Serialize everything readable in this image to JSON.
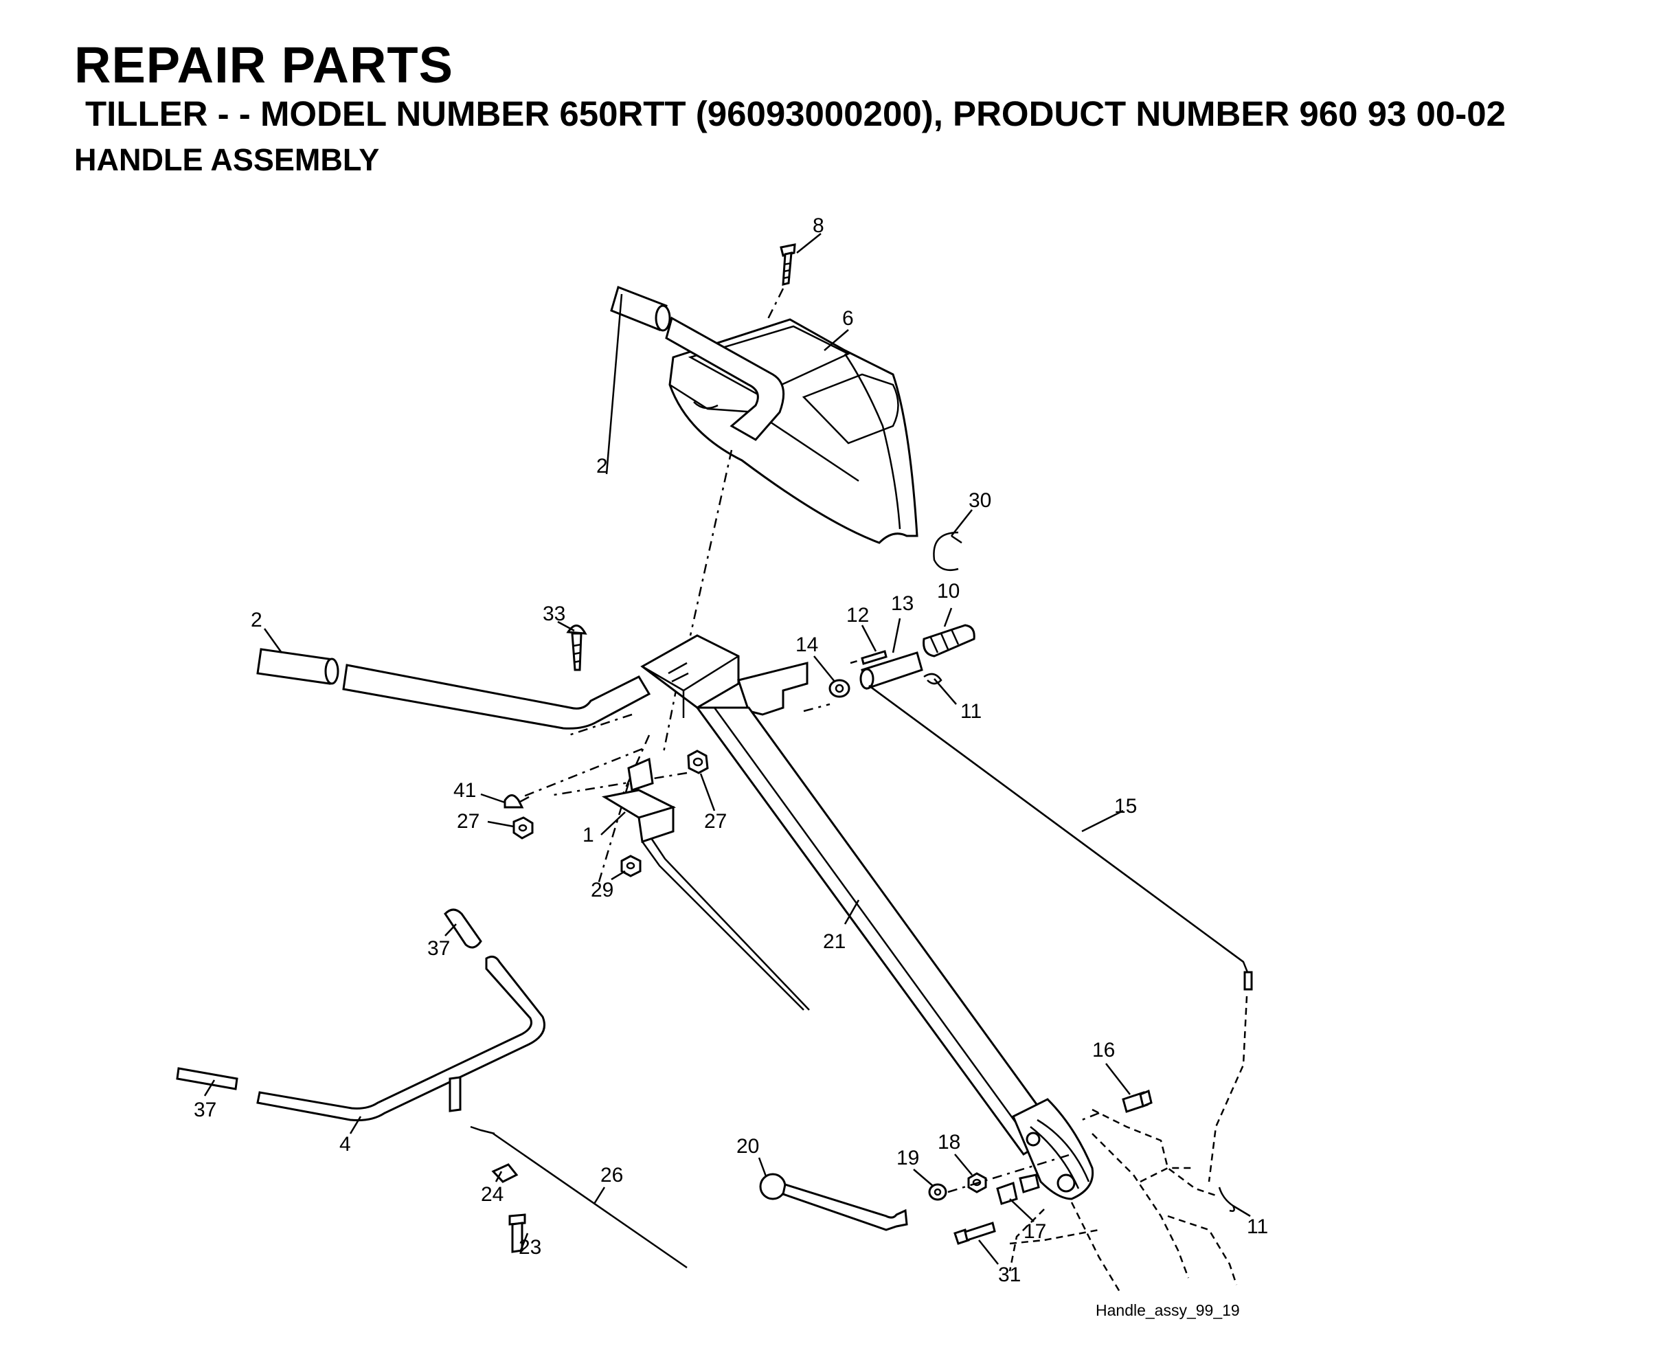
{
  "header": {
    "title": "REPAIR PARTS",
    "subtitle": "TILLER - - MODEL NUMBER 650RTT (96093000200), PRODUCT NUMBER 960 93 00-02",
    "section": "HANDLE ASSEMBLY"
  },
  "diagram": {
    "caption": "Handle_assy_99_19",
    "callouts": {
      "c1": "1",
      "c2a": "2",
      "c2b": "2",
      "c4": "4",
      "c6": "6",
      "c8": "8",
      "c10": "10",
      "c11a": "11",
      "c11b": "11",
      "c12": "12",
      "c13": "13",
      "c14": "14",
      "c15": "15",
      "c16": "16",
      "c17": "17",
      "c18": "18",
      "c19": "19",
      "c20": "20",
      "c21": "21",
      "c23": "23",
      "c24": "24",
      "c26": "26",
      "c27a": "27",
      "c27b": "27",
      "c29": "29",
      "c30": "30",
      "c31": "31",
      "c33": "33",
      "c37a": "37",
      "c37b": "37",
      "c41": "41"
    }
  }
}
